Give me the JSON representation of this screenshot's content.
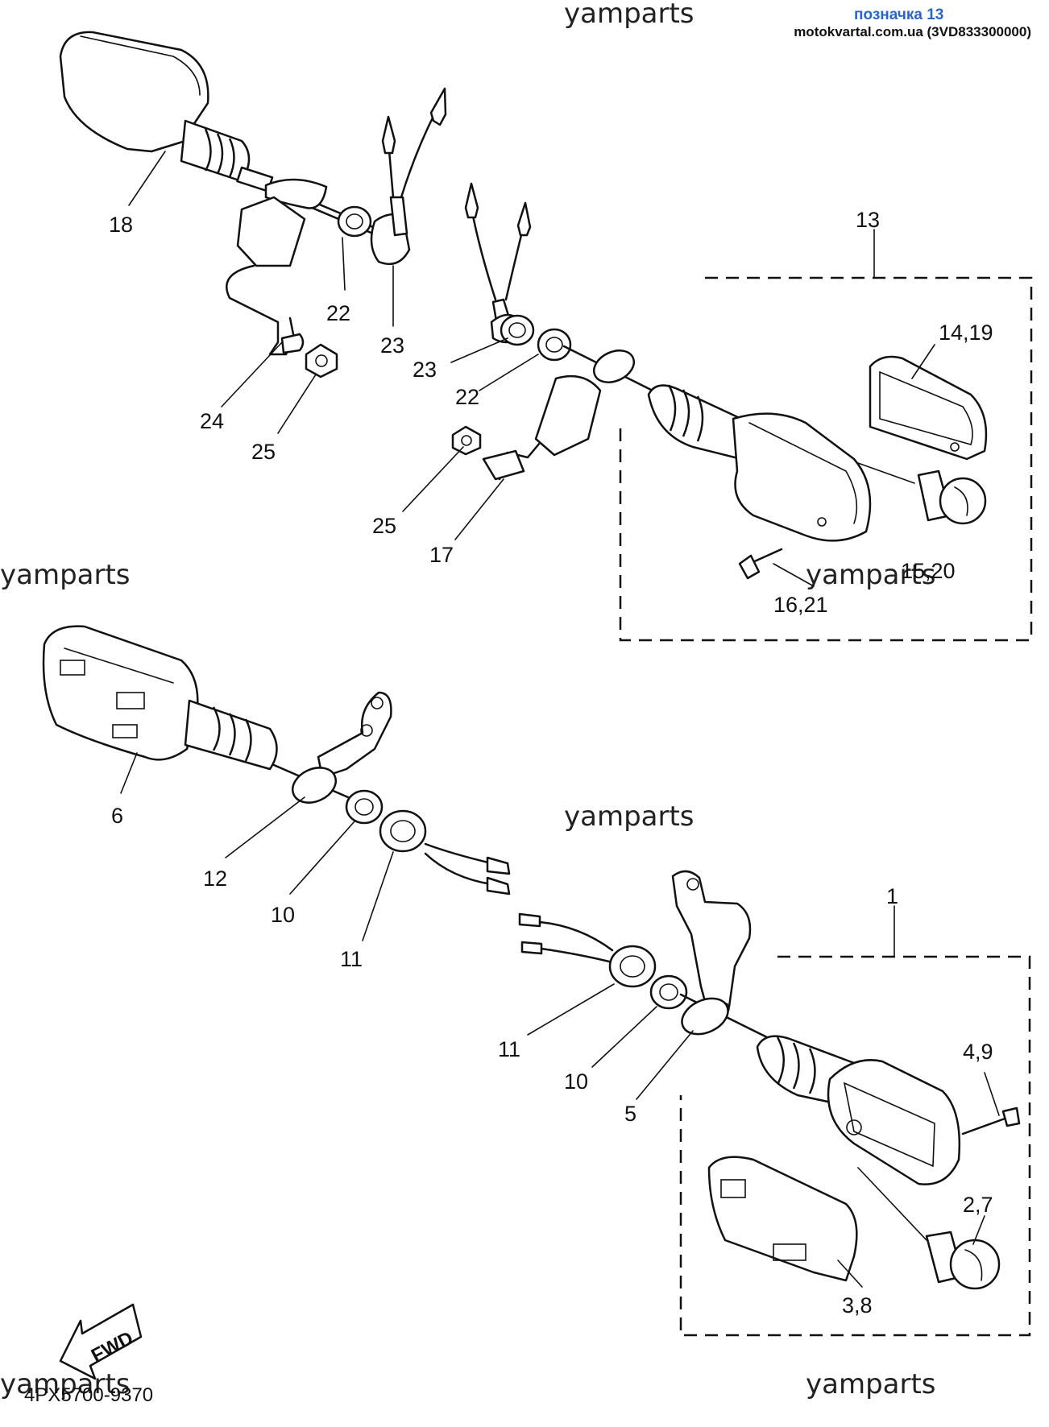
{
  "header": {
    "title": "позначка 13",
    "subtitle": "motokvartal.com.ua (3VD833300000)"
  },
  "watermarks": {
    "w1": "yamparts",
    "w2": "yamparts",
    "w3": "yamparts",
    "w4": "yamparts",
    "w5": "yamparts",
    "w6": "yamparts"
  },
  "drawing_code": "4PX5700-9370",
  "fwd_label": "FWD",
  "callouts": {
    "c18": "18",
    "c22a": "22",
    "c23a": "23",
    "c24": "24",
    "c25a": "25",
    "c13": "13",
    "c14_19": "14,19",
    "c23b": "23",
    "c22b": "22",
    "c25b": "25",
    "c17": "17",
    "c15_20": "15,20",
    "c16_21": "16,21",
    "c6": "6",
    "c12": "12",
    "c10a": "10",
    "c11a": "11",
    "c1": "1",
    "c11b": "11",
    "c10b": "10",
    "c5": "5",
    "c4_9": "4,9",
    "c2_7": "2,7",
    "c3_8": "3,8"
  }
}
